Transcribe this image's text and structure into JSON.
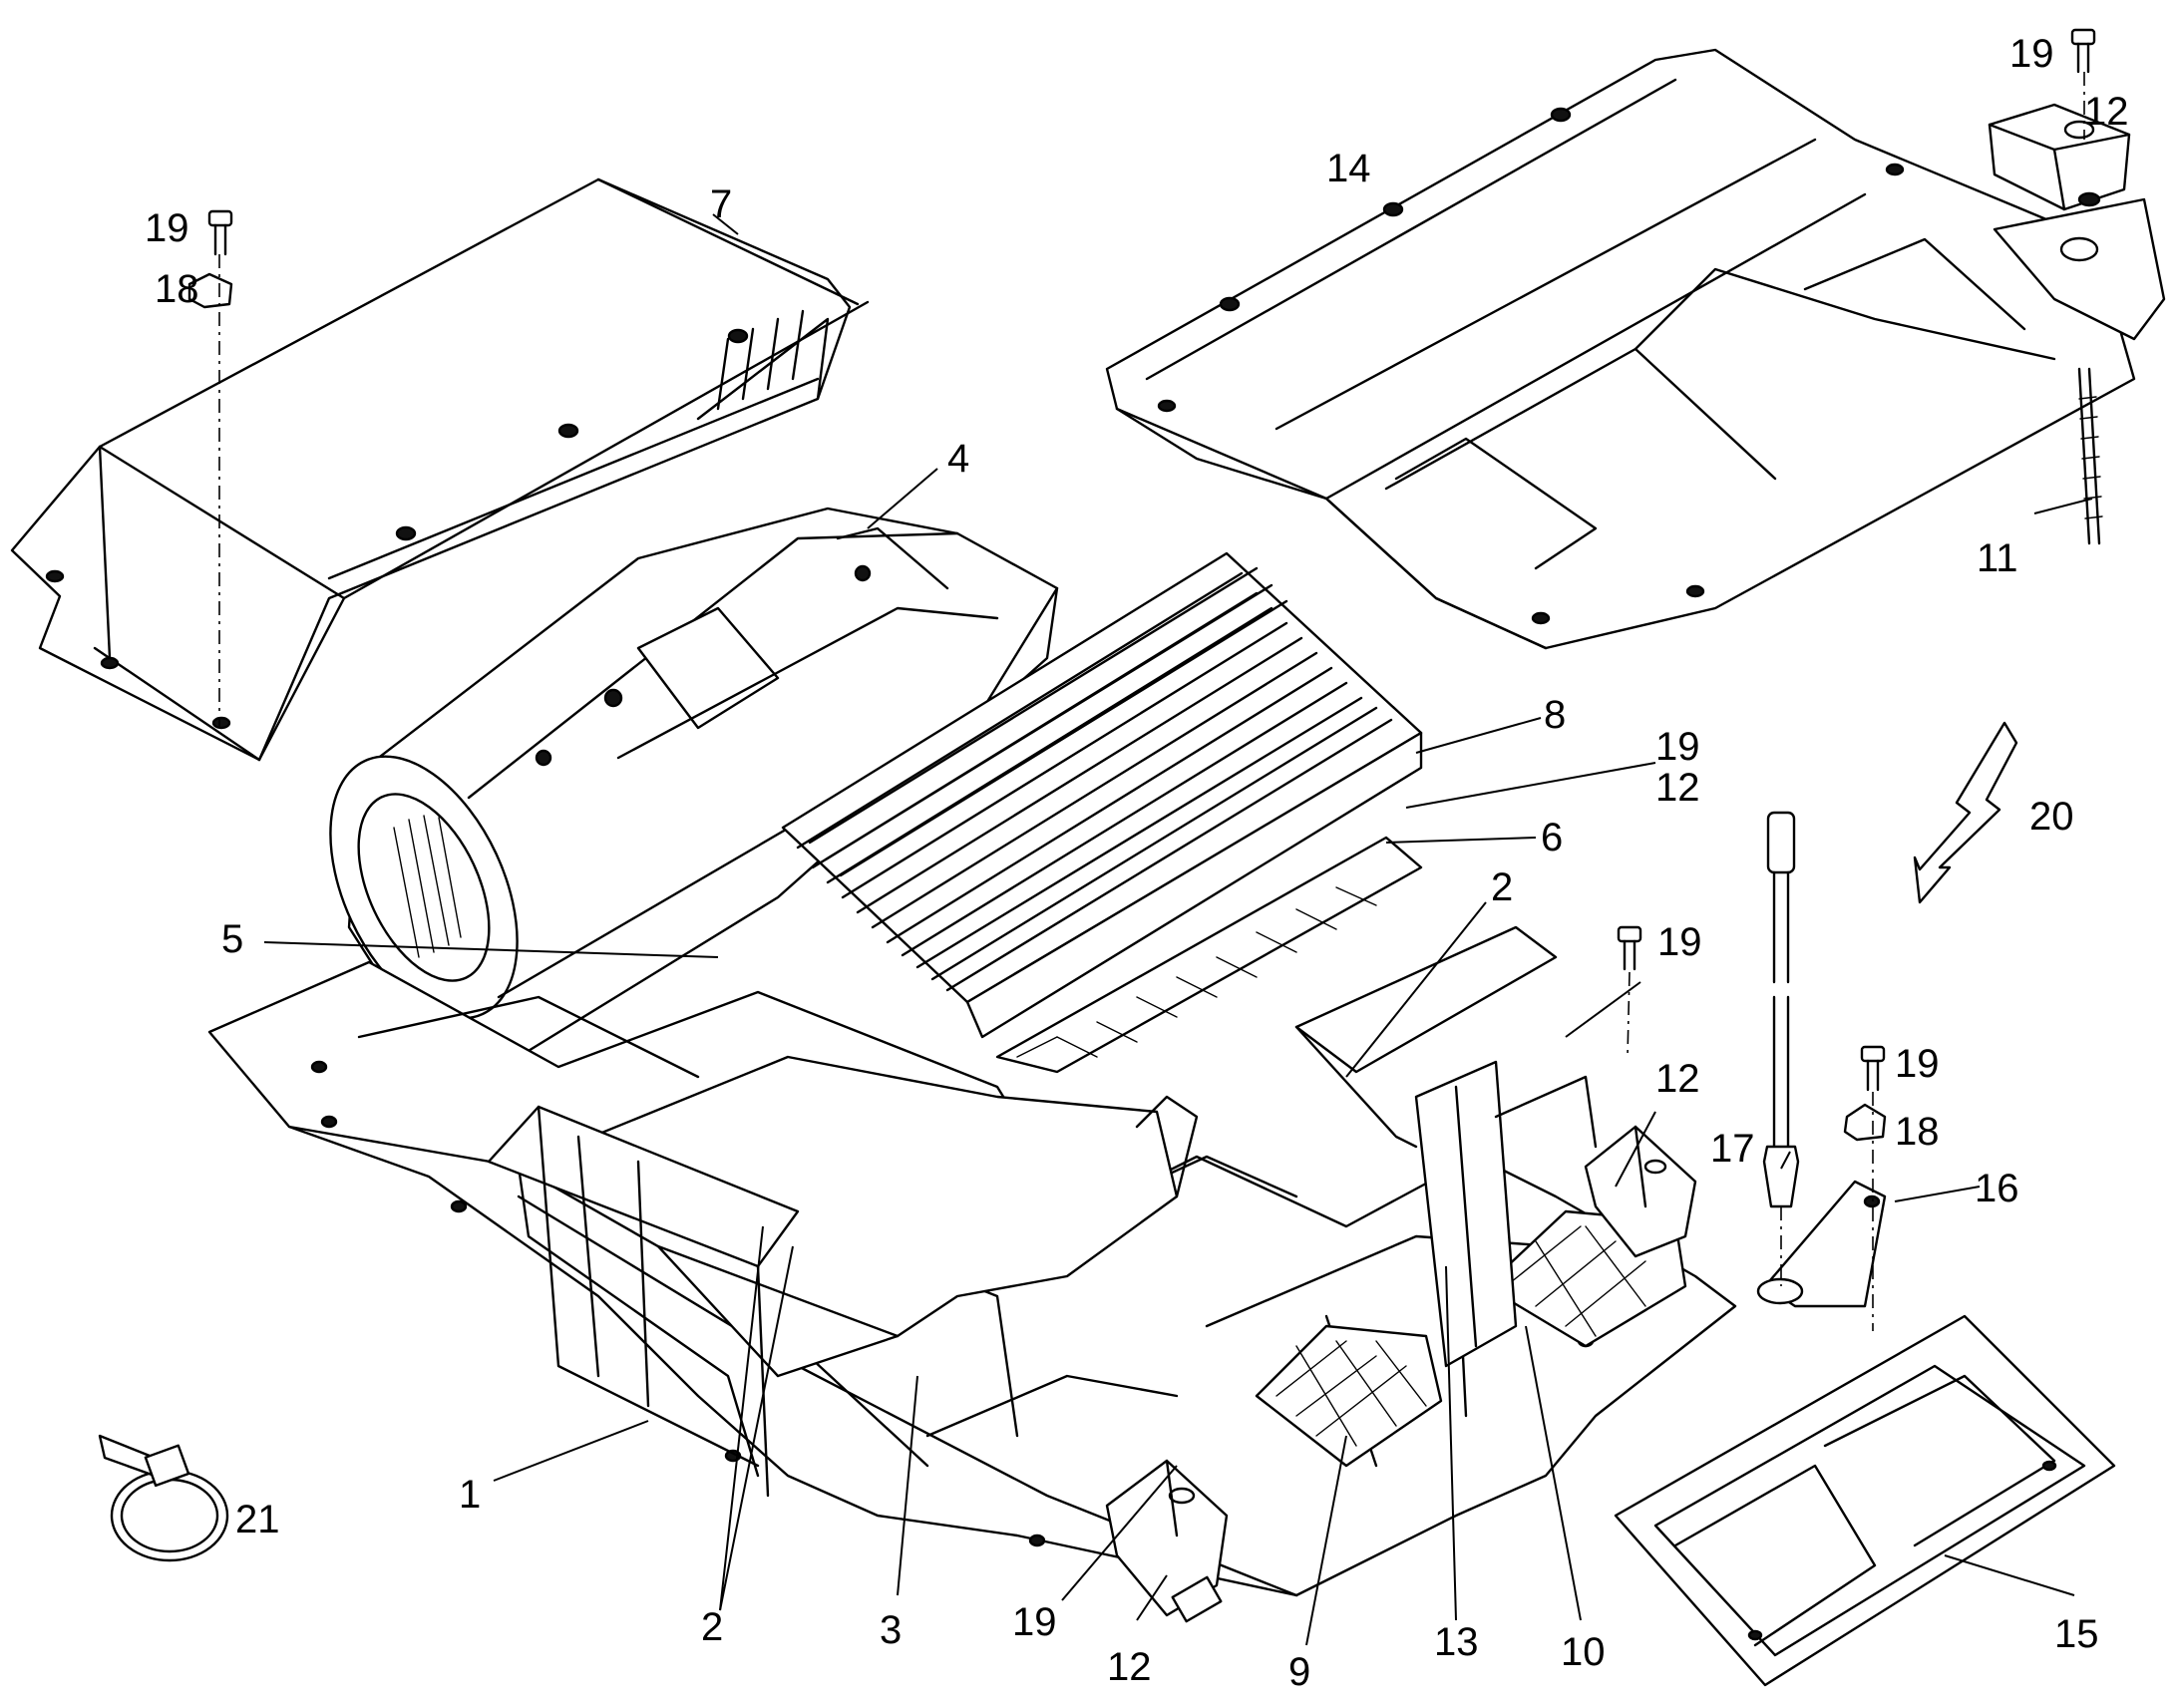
{
  "diagram": {
    "callouts": {
      "c1": "1",
      "c2a": "2",
      "c2b": "2",
      "c3": "3",
      "c4": "4",
      "c5": "5",
      "c6": "6",
      "c7": "7",
      "c8": "8",
      "c9": "9",
      "c10": "10",
      "c11": "11",
      "c12a": "12",
      "c12b": "12",
      "c12c": "12",
      "c12d": "12",
      "c13": "13",
      "c14": "14",
      "c15": "15",
      "c16": "16",
      "c17": "17",
      "c18a": "18",
      "c18b": "18",
      "c19a": "19",
      "c19b": "19",
      "c19c": "19",
      "c19d": "19",
      "c19e": "19",
      "c20": "20",
      "c21": "21"
    }
  }
}
